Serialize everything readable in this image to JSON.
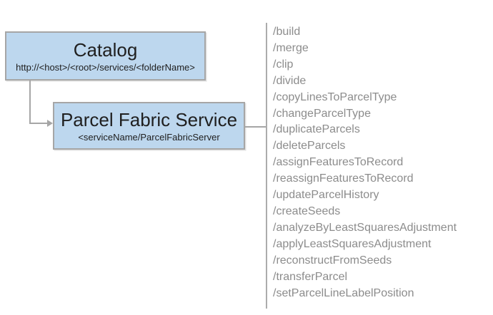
{
  "diagram": {
    "catalog": {
      "title": "Catalog",
      "subtitle": "http://<host>/<root>/services/<folderName>"
    },
    "service": {
      "title": "Parcel Fabric Service",
      "subtitle": "<serviceName/ParcelFabricServer"
    },
    "endpoints": [
      "/build",
      "/merge",
      "/clip",
      "/divide",
      "/copyLinesToParcelType",
      "/changeParcelType",
      "/duplicateParcels",
      "/deleteParcels",
      "/assignFeaturesToRecord",
      "/reassignFeaturesToRecord",
      "/updateParcelHistory",
      "/createSeeds",
      "/analyzeByLeastSquaresAdjustment",
      "/applyLeastSquaresAdjustment",
      "/reconstructFromSeeds",
      "/transferParcel",
      "/setParcelLineLabelPosition"
    ],
    "colors": {
      "node_fill": "#BDD7EE",
      "node_border": "#A6A6A6",
      "connector_line": "#A6A6A6",
      "divider_line": "#ACACAC",
      "endpoint_text": "#8C8C8C",
      "node_text": "#202020",
      "background": "#FFFFFF"
    }
  }
}
